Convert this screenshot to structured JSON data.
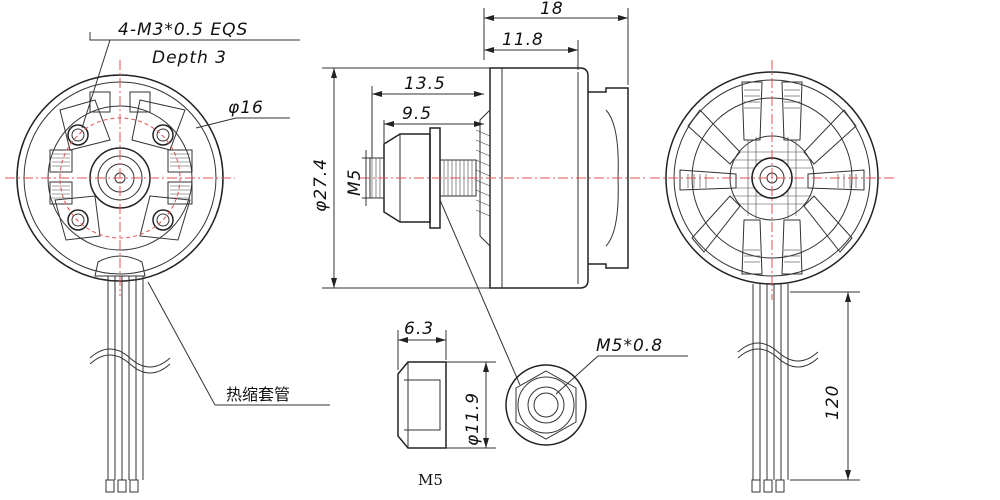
{
  "dimensions": {
    "mount_holes": "4-M3*0.5 EQS",
    "mount_depth": "Depth 3",
    "mount_circle": "φ16",
    "overall_length": "18",
    "bell_length": "11.8",
    "shaft_to_base": "13.5",
    "shaft_thread": "9.5",
    "body_diameter": "φ27.4",
    "shaft_size": "M5",
    "nut_height": "6.3",
    "nut_diameter": "φ11.9",
    "nut_thread": "M5*0.8",
    "lead_length": "120"
  },
  "labels": {
    "heat_shrink": "热缩套管",
    "nut_caption": "M5"
  }
}
